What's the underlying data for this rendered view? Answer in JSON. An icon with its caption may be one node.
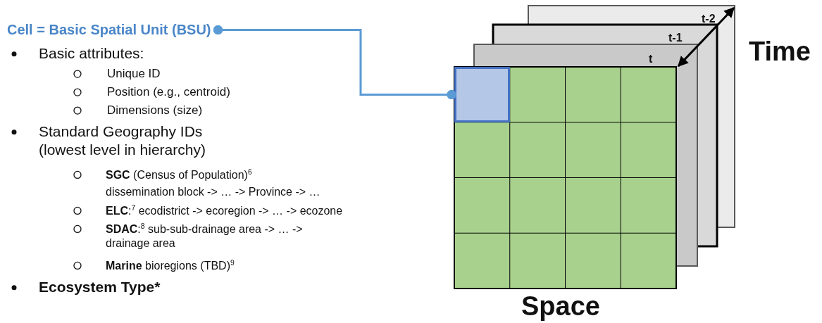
{
  "diagram": {
    "nodes": [
      {
        "text": [
          "Cell = Basic Spatial Unit (BSU)"
        ]
      },
      {
        "text": [],
        "shape": "box"
      }
    ],
    "edges": [
      {
        "from": 0,
        "to": 1,
        "arrow": "other"
      }
    ],
    "labels": [
      "Basic attributes:",
      "Unique ID",
      "Position (e.g., centroid)",
      "Dimensions (size)",
      "Standard Geography IDs (lowest level in hierarchy)",
      "**SGC** (Census of Population)$^{6}$",
      "dissemination block -> … -> Province -> …",
      "**ELC**:$^{7}$ ecodistrict -> ecoregion -> … -> ecozone",
      "**SDAC**:$^{8}$ sub-sub-drainage area -> … -> drainage area",
      "**Marine** bioregions (TBD)$^{9}$",
      "Ecosystem Type*",
      "t-2",
      "t-1",
      "t",
      "Time",
      "Space"
    ]
  }
}
